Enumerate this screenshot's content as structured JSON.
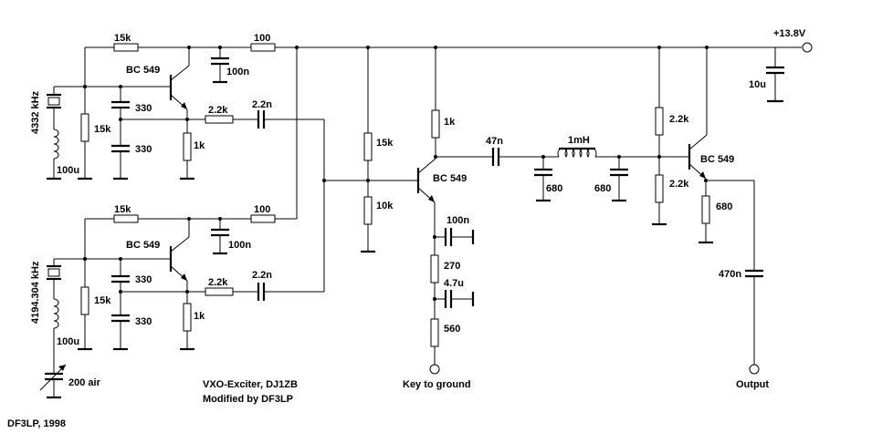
{
  "supply_label": "+13.8V",
  "output_label": "Output",
  "key_label": "Key to ground",
  "credits": {
    "title": "VXO-Exciter, DJ1ZB",
    "modified": "Modified by DF3LP",
    "signature": "DF3LP, 1998"
  },
  "upper_osc": {
    "crystal": "4332 kHz",
    "inductor": "100u",
    "transistor": "BC 549",
    "r_top": "15k",
    "r_bias": "15k",
    "r_feed": "100",
    "c_dec": "100n",
    "c_fb1": "330",
    "c_fb2": "330",
    "r_emit": "1k",
    "r_series": "2.2k",
    "c_couple": "2.2n"
  },
  "lower_osc": {
    "crystal": "4194.304 kHz",
    "inductor": "100u",
    "trimmer": "200 air",
    "transistor": "BC 549",
    "r_top": "15k",
    "r_bias": "15k",
    "r_feed": "100",
    "c_dec": "100n",
    "c_fb1": "330",
    "c_fb2": "330",
    "r_emit": "1k",
    "r_series": "2.2k",
    "c_couple": "2.2n"
  },
  "buffer": {
    "transistor": "BC 549",
    "r_bias_top": "15k",
    "r_bias_bot": "10k",
    "r_coll": "1k",
    "c_emit1": "100n",
    "r_emit1": "270",
    "c_emit2": "4.7u",
    "r_emit2": "560"
  },
  "filter": {
    "c_in": "47n",
    "c_shunt1": "680",
    "inductor": "1mH",
    "c_shunt2": "680"
  },
  "output_stage": {
    "transistor": "BC 549",
    "r_bias_top": "2.2k",
    "r_bias_bot": "2.2k",
    "r_emit": "680",
    "c_out": "470n",
    "c_supply": "10u"
  }
}
